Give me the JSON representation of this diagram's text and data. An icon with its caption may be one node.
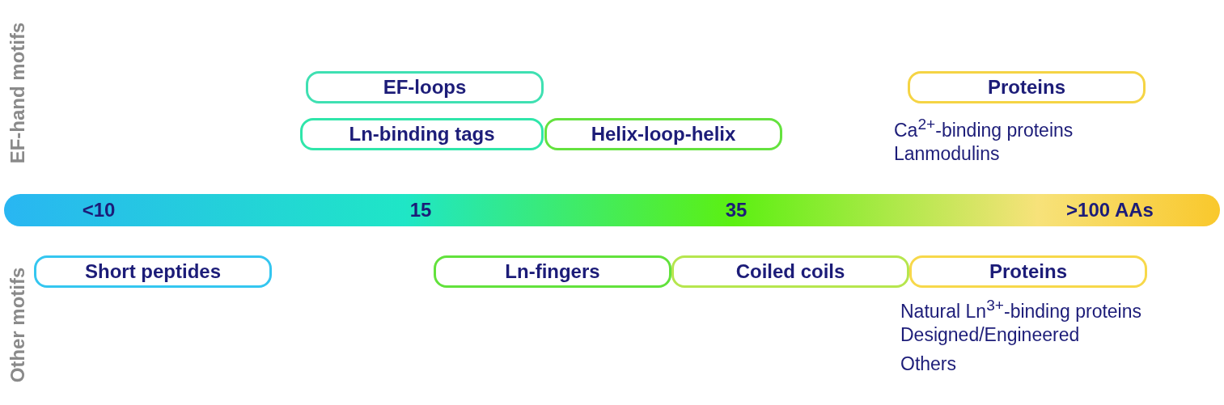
{
  "diagram": {
    "nodes": [
      {
        "text": [
          "EF-loops"
        ]
      },
      {
        "text": [
          "Ln-binding tags"
        ]
      },
      {
        "text": [
          "Helix-loop-helix"
        ]
      },
      {
        "text": [
          "Proteins"
        ],
        "beside": [
          "Ca$^{2+}$-binding proteins",
          "Lanmodulins"
        ]
      },
      {
        "text": [
          "<10",
          "15",
          "35",
          ">100 AAs"
        ]
      },
      {
        "text": [
          "Short peptides"
        ]
      },
      {
        "text": [
          "Ln-fingers"
        ]
      },
      {
        "text": [
          "Coiled coils"
        ]
      },
      {
        "text": [
          "Proteins"
        ],
        "beside": [
          "Natural Ln$^{3+}$-binding proteins",
          "Designed/Engineered",
          "Others"
        ]
      }
    ],
    "edges": [],
    "labels": [
      "EF-hand motifs",
      "Other motifs"
    ]
  }
}
